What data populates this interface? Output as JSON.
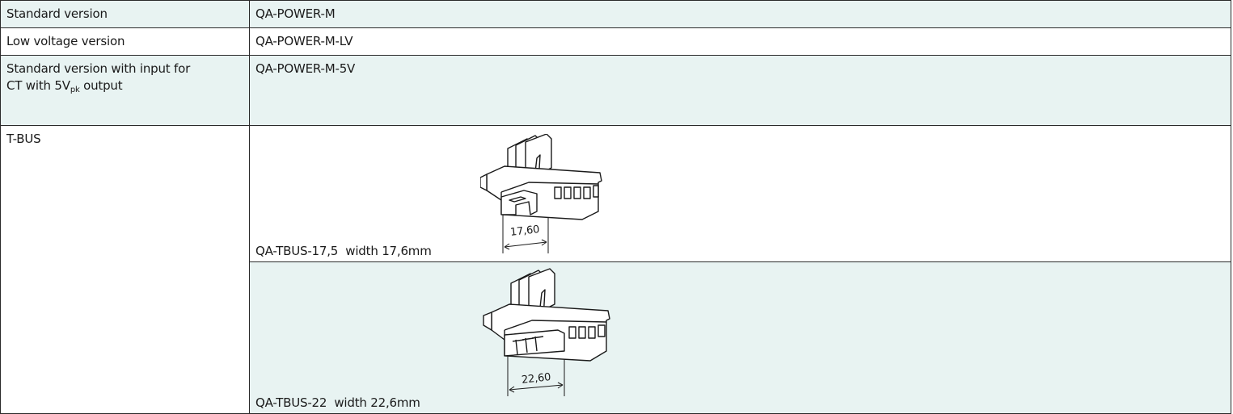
{
  "rows": [
    {
      "label": "Standard version",
      "code": "QA-POWER-M"
    },
    {
      "label": "Low voltage version",
      "code": "QA-POWER-M-LV"
    },
    {
      "label_line1": "Standard version with input for",
      "label_line2_pre": "CT with 5V",
      "label_line2_sub": "pk",
      "label_line2_post": " output",
      "code": "QA-POWER-M-5V"
    },
    {
      "label": "T-BUS"
    }
  ],
  "tbus": [
    {
      "dimension": "17,60",
      "caption": "QA-TBUS-17,5  width 17,6mm",
      "icon": "tbus-connector-17-drawing"
    },
    {
      "dimension": "22,60",
      "caption": "QA-TBUS-22  width 22,6mm",
      "icon": "tbus-connector-22-drawing"
    }
  ],
  "colors": {
    "row_shade": "#e8f3f2",
    "border": "#2a2a2a"
  }
}
